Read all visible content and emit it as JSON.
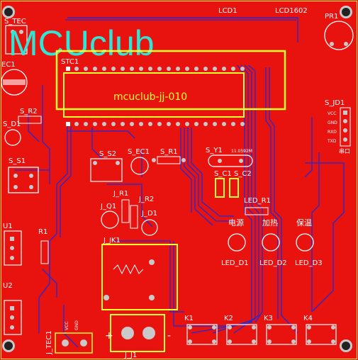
{
  "board": {
    "colors": {
      "board": "#e8120f",
      "trace_blue": "#1e2bd6",
      "silk_yellow": "#ffff2a",
      "silk_white": "#ffffff",
      "title_cyan": "#2fe6d6",
      "hole": "#222222",
      "pad": "#c9c9c9"
    },
    "title": "MCUclub",
    "lcd_ref": "LCD1",
    "lcd_part": "LCD1602",
    "mcu_ref": "STC1",
    "mcu_text": "mcuclub-jj-010",
    "labels": {
      "s_tec": "S_TEC",
      "ec1": "EC1",
      "s_r2": "S_R2",
      "s_d1": "S_D1",
      "s_s1": "S_S1",
      "s_s2": "S_S2",
      "s_ec1": "S_EC1",
      "s_r1": "S_R1",
      "s_y1": "S_Y1",
      "s_c1": "S_C1",
      "s_c2": "S_C2",
      "led_r1": "LED_R1",
      "s_jd1": "S_JD1",
      "pr1": "PR1",
      "j_r1": "J_R1",
      "j_r2": "J_R2",
      "j_q1": "J_Q1",
      "j_d1": "J_D1",
      "j_jk1": "J_JK1",
      "u1": "U1",
      "u2": "U2",
      "r1": "R1",
      "j_tec1": "J_TEC1",
      "j_j1": "J_J1",
      "led_d1": "LED_D1",
      "led_d2": "LED_D2",
      "led_d3": "LED_D3",
      "k1": "K1",
      "k2": "K2",
      "k3": "K3",
      "k4": "K4",
      "led1_cn": "电源",
      "led2_cn": "加热",
      "led3_cn": "保温",
      "jd_vcc": "VCC",
      "jd_gnd": "GND",
      "jd_rxd": "RXD",
      "jd_txd": "TXD",
      "jd_port": "串口",
      "j_tec1_vcc": "VCC",
      "j_tec1_gnd": "GND",
      "y1_freq": "11.0592M",
      "plus": "+",
      "minus": "-"
    }
  }
}
